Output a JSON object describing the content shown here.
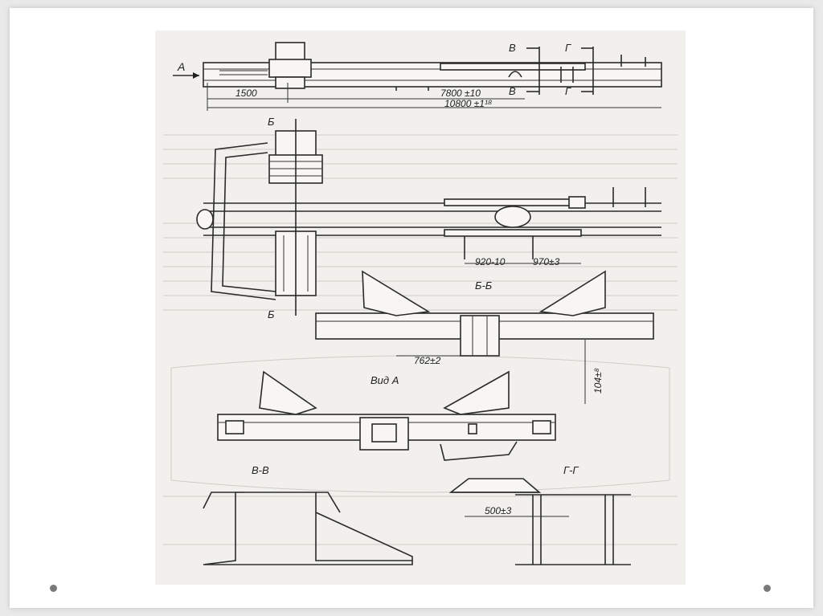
{
  "slide": {
    "nav": {
      "prev_icon": "dot-left",
      "next_icon": "dot-right"
    }
  },
  "drawing": {
    "labels": {
      "view_a_arrow": "А",
      "section_v_top": "В",
      "section_v_bottom": "В",
      "section_g_top": "Г",
      "section_g_bottom": "Г",
      "section_b_top": "Б",
      "section_b_bottom": "Б",
      "view_a_title": "Вид А",
      "section_bb_title": "Б-Б",
      "section_vv_title": "В-В",
      "section_gg_title": "Г-Г"
    },
    "dimensions": {
      "d1500": "1500",
      "d7800": "7800 ±10",
      "d10800": "10800 ±1¹⁸",
      "d920": "920-10",
      "d970": "970±3",
      "d762": "762±2",
      "d104": "104±⁸",
      "d500": "500±3"
    }
  }
}
